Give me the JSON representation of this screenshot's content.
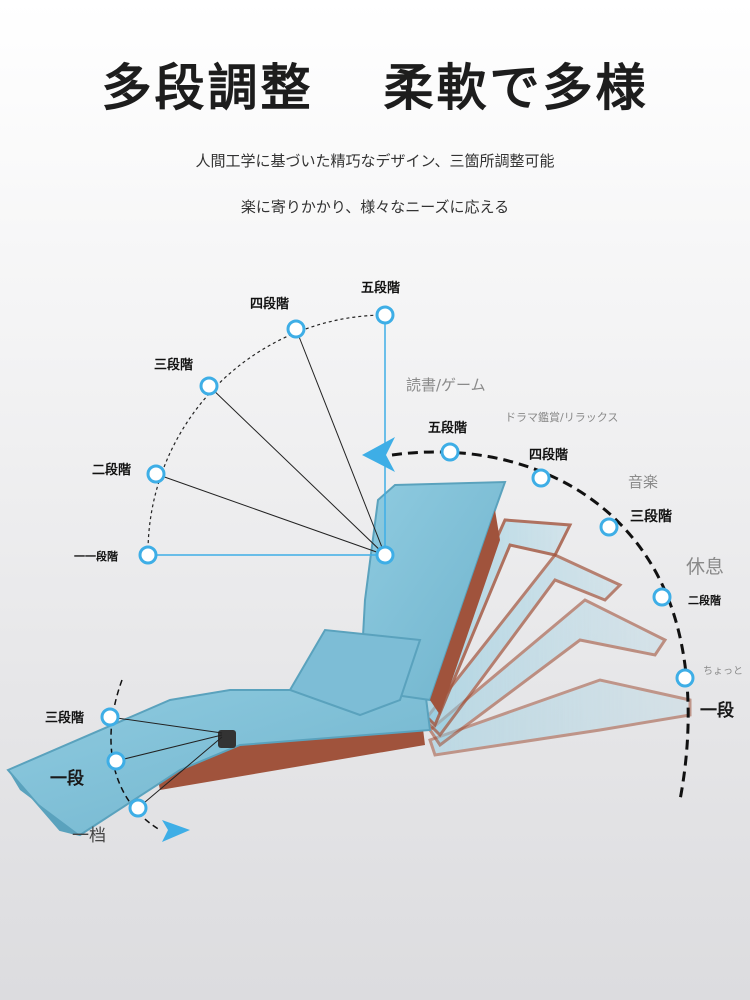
{
  "headline": {
    "left": "多段調整",
    "right": "柔軟で多様"
  },
  "subtitle": {
    "line1": "人間工学に基づいた精巧なデザイン、三箇所調整可能",
    "line2": "楽に寄りかかり、様々なニーズに応える"
  },
  "backrest_arc": {
    "labels": [
      "一一段階",
      "二段階",
      "三段階",
      "四段階",
      "五段階"
    ]
  },
  "rotation_arc": {
    "labels": [
      "五段階",
      "四段階",
      "三段階",
      "二段階",
      "一段"
    ],
    "uses": [
      "読書/ゲーム",
      "ドラマ鑑賞/リラックス",
      "音楽",
      "休息",
      "ちょっと"
    ]
  },
  "foot_arc": {
    "labels": [
      "三段階",
      "一段",
      "一档"
    ]
  },
  "colors": {
    "accent": "#3eaee6",
    "sofa": "#7cc0d8",
    "sofa_dark": "#5aa2bd",
    "base": "#a0533c"
  }
}
